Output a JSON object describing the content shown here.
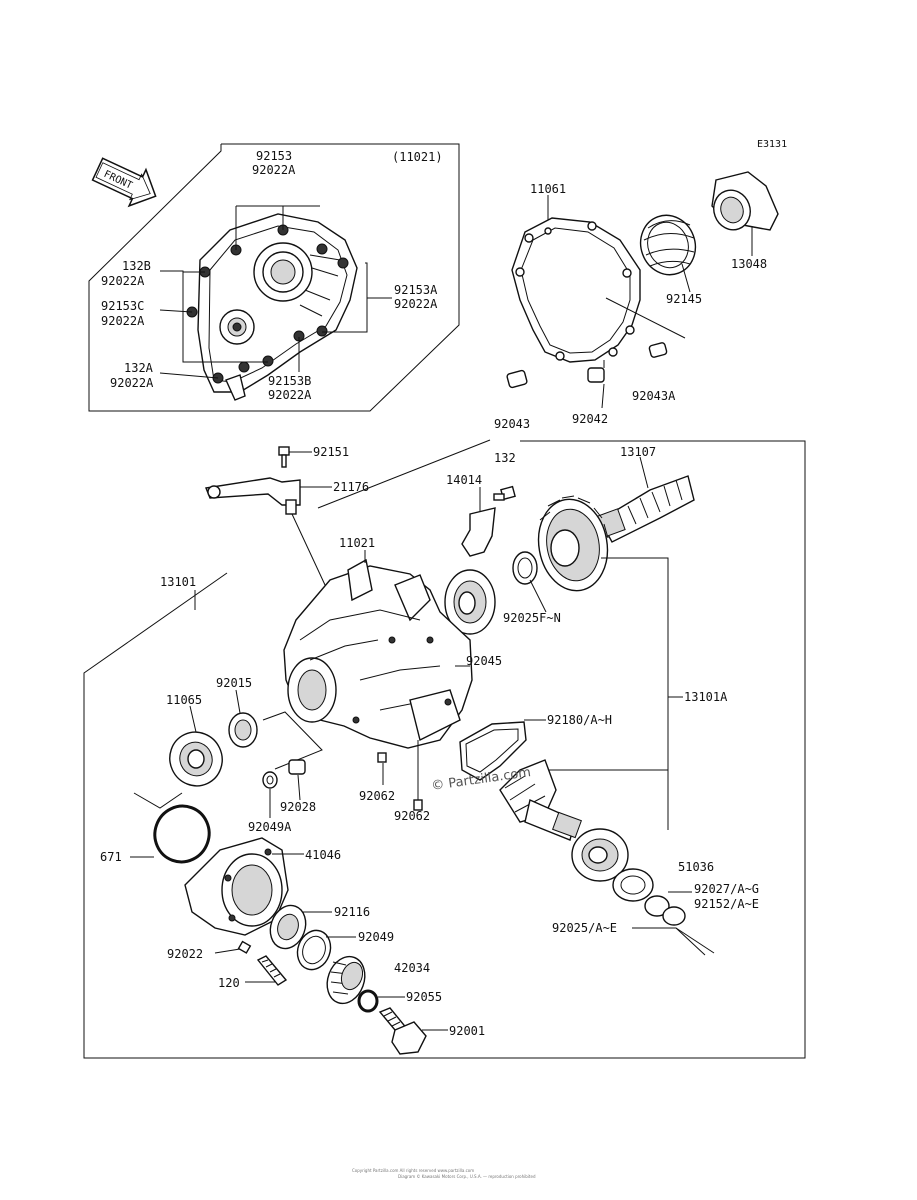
{
  "diagram_code": "E3131",
  "front_label": "FRONT",
  "watermark": "© Partzilla.com",
  "footer_lines": [
    "Copyright Partzilla.com  All rights reserved  www.partzilla.com",
    "Diagram © Kawasaki Motors Corp., U.S.A. — reproduction prohibited"
  ],
  "inset": {
    "ref": "(11021)",
    "labels": {
      "top_a": "92153",
      "top_b": "92022A",
      "left1_a": "132B",
      "left1_b": "92022A",
      "left2_a": "92153C",
      "left2_b": "92022A",
      "left3_a": "132A",
      "left3_b": "92022A",
      "right1_a": "92153A",
      "right1_b": "92022A",
      "bottom_a": "92153B",
      "bottom_b": "92022A"
    }
  },
  "parts": {
    "p11061": "11061",
    "p13048": "13048",
    "p92145": "92145",
    "p92043A": "92043A",
    "p92042": "92042",
    "p92043": "92043",
    "p92151": "92151",
    "p21176": "21176",
    "p132": "132",
    "p14014": "14014",
    "p13107": "13107",
    "p11021": "11021",
    "p13101": "13101",
    "p92025FN": "92025F~N",
    "p92045": "92045",
    "p13101A": "13101A",
    "p92015": "92015",
    "p11065": "11065",
    "p92180": "92180/A~H",
    "p92028": "92028",
    "p92062a": "92062",
    "p92062b": "92062",
    "p92049A": "92049A",
    "p671": "671",
    "p41046": "41046",
    "p51036": "51036",
    "p92027": "92027/A~G",
    "p92152": "92152/A~E",
    "p92116": "92116",
    "p92025AE": "92025/A~E",
    "p92022": "92022",
    "p92049": "92049",
    "p42034": "42034",
    "p120": "120",
    "p92055": "92055",
    "p92001": "92001"
  }
}
